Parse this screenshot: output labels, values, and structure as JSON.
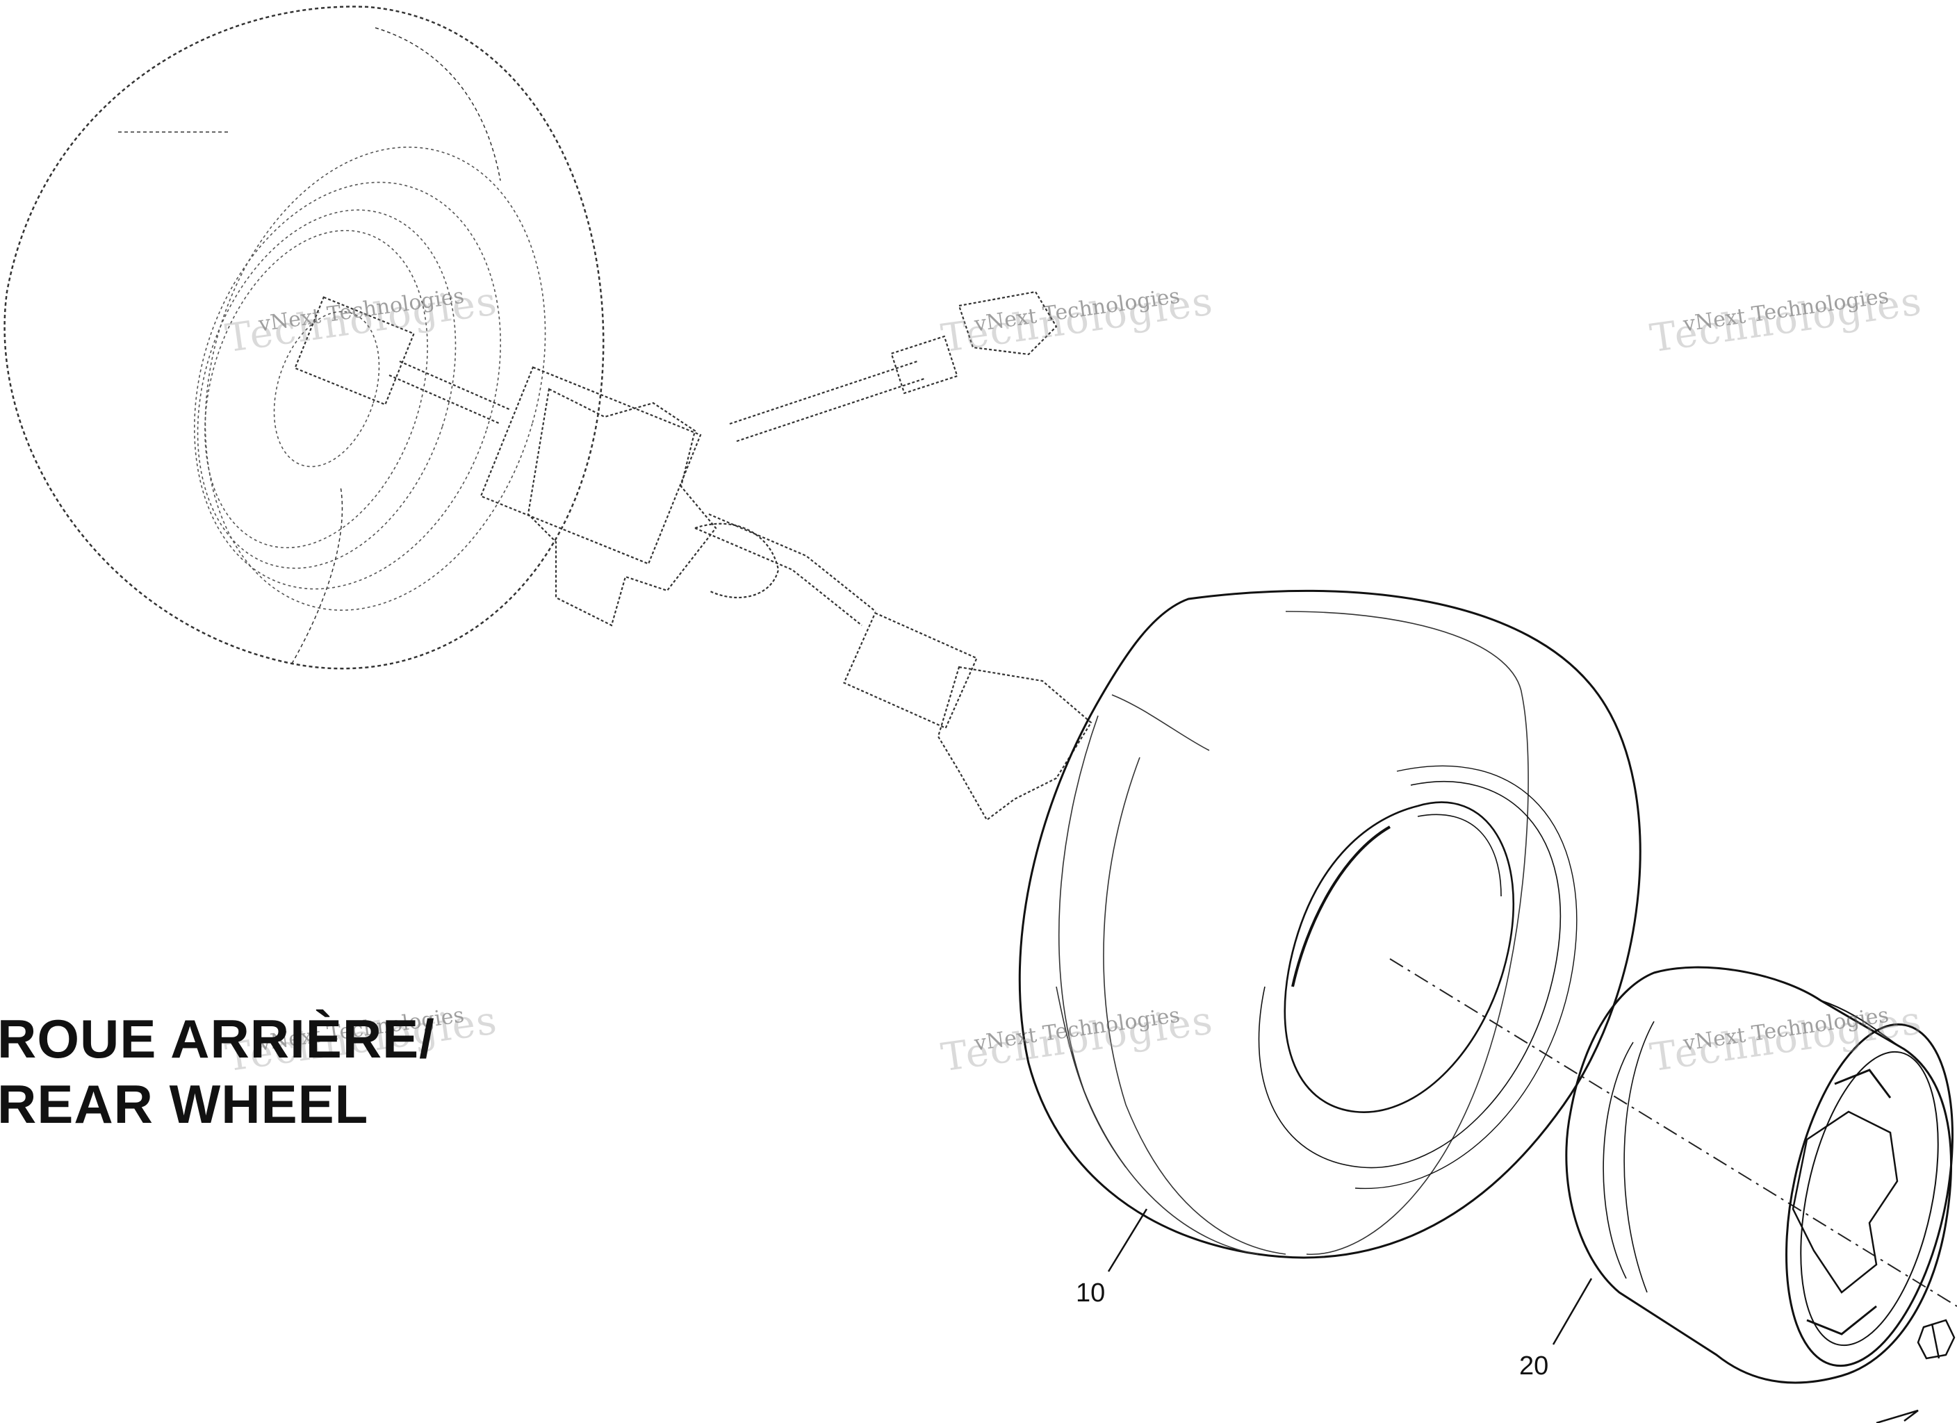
{
  "title": {
    "line1": "ROUE ARRIÈRE/",
    "line2": "REAR WHEEL"
  },
  "callouts": [
    {
      "id": "10",
      "label": "10"
    },
    {
      "id": "20",
      "label": "20"
    }
  ],
  "watermark": {
    "brand": "vNext Technologies",
    "word": "Technologies"
  }
}
